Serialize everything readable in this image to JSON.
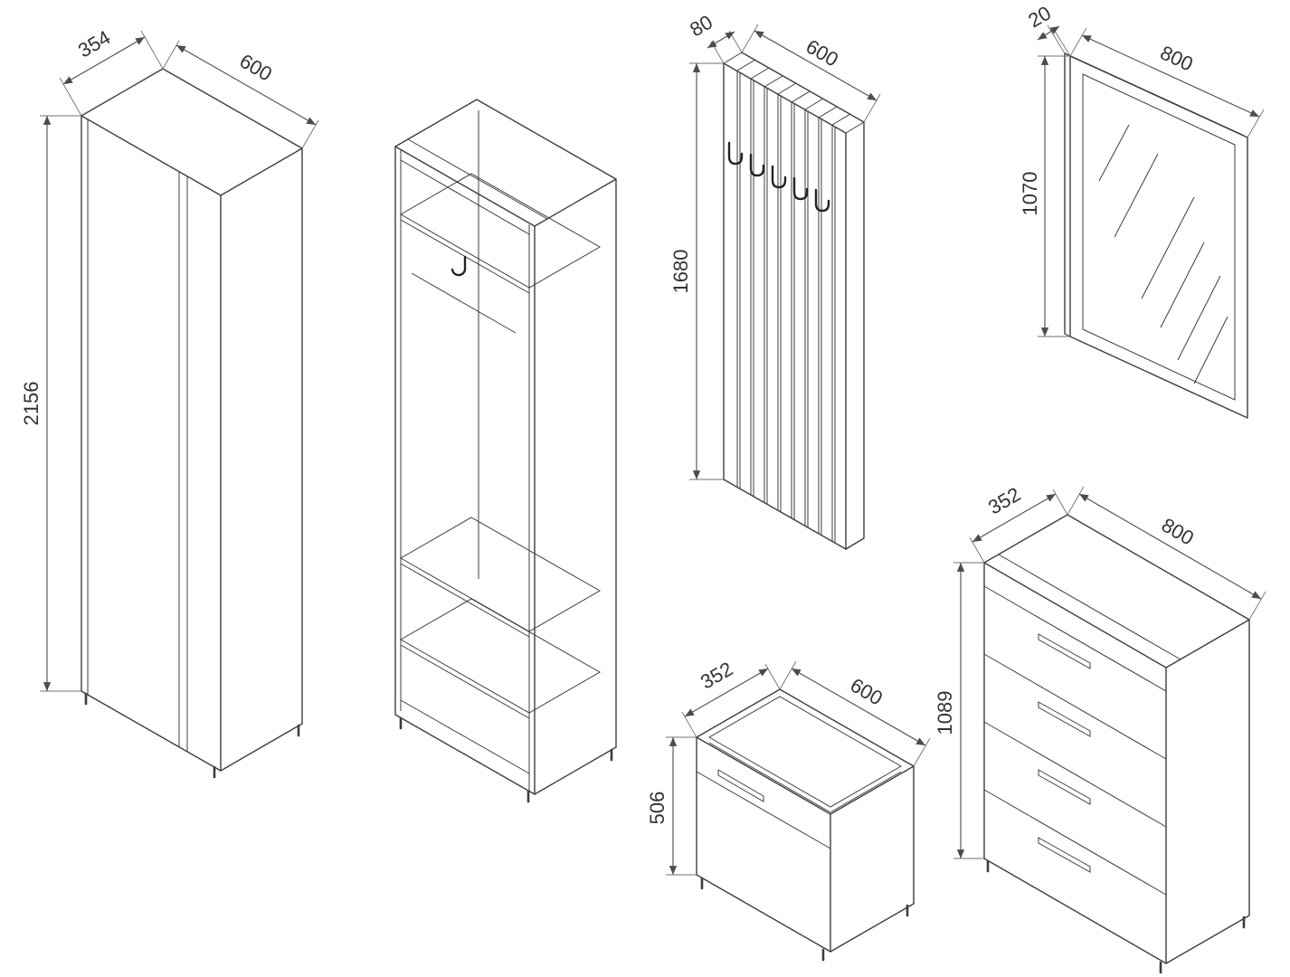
{
  "drawing": {
    "items": {
      "cabinet": {
        "depth": "354",
        "width": "600",
        "height": "2156"
      },
      "panel": {
        "depth": "80",
        "width": "600",
        "height": "1680"
      },
      "mirror": {
        "depth": "20",
        "width": "800",
        "height": "1070"
      },
      "bench": {
        "depth": "352",
        "width": "600",
        "height": "506"
      },
      "chest": {
        "depth": "352",
        "width": "800",
        "height": "1089"
      }
    }
  }
}
